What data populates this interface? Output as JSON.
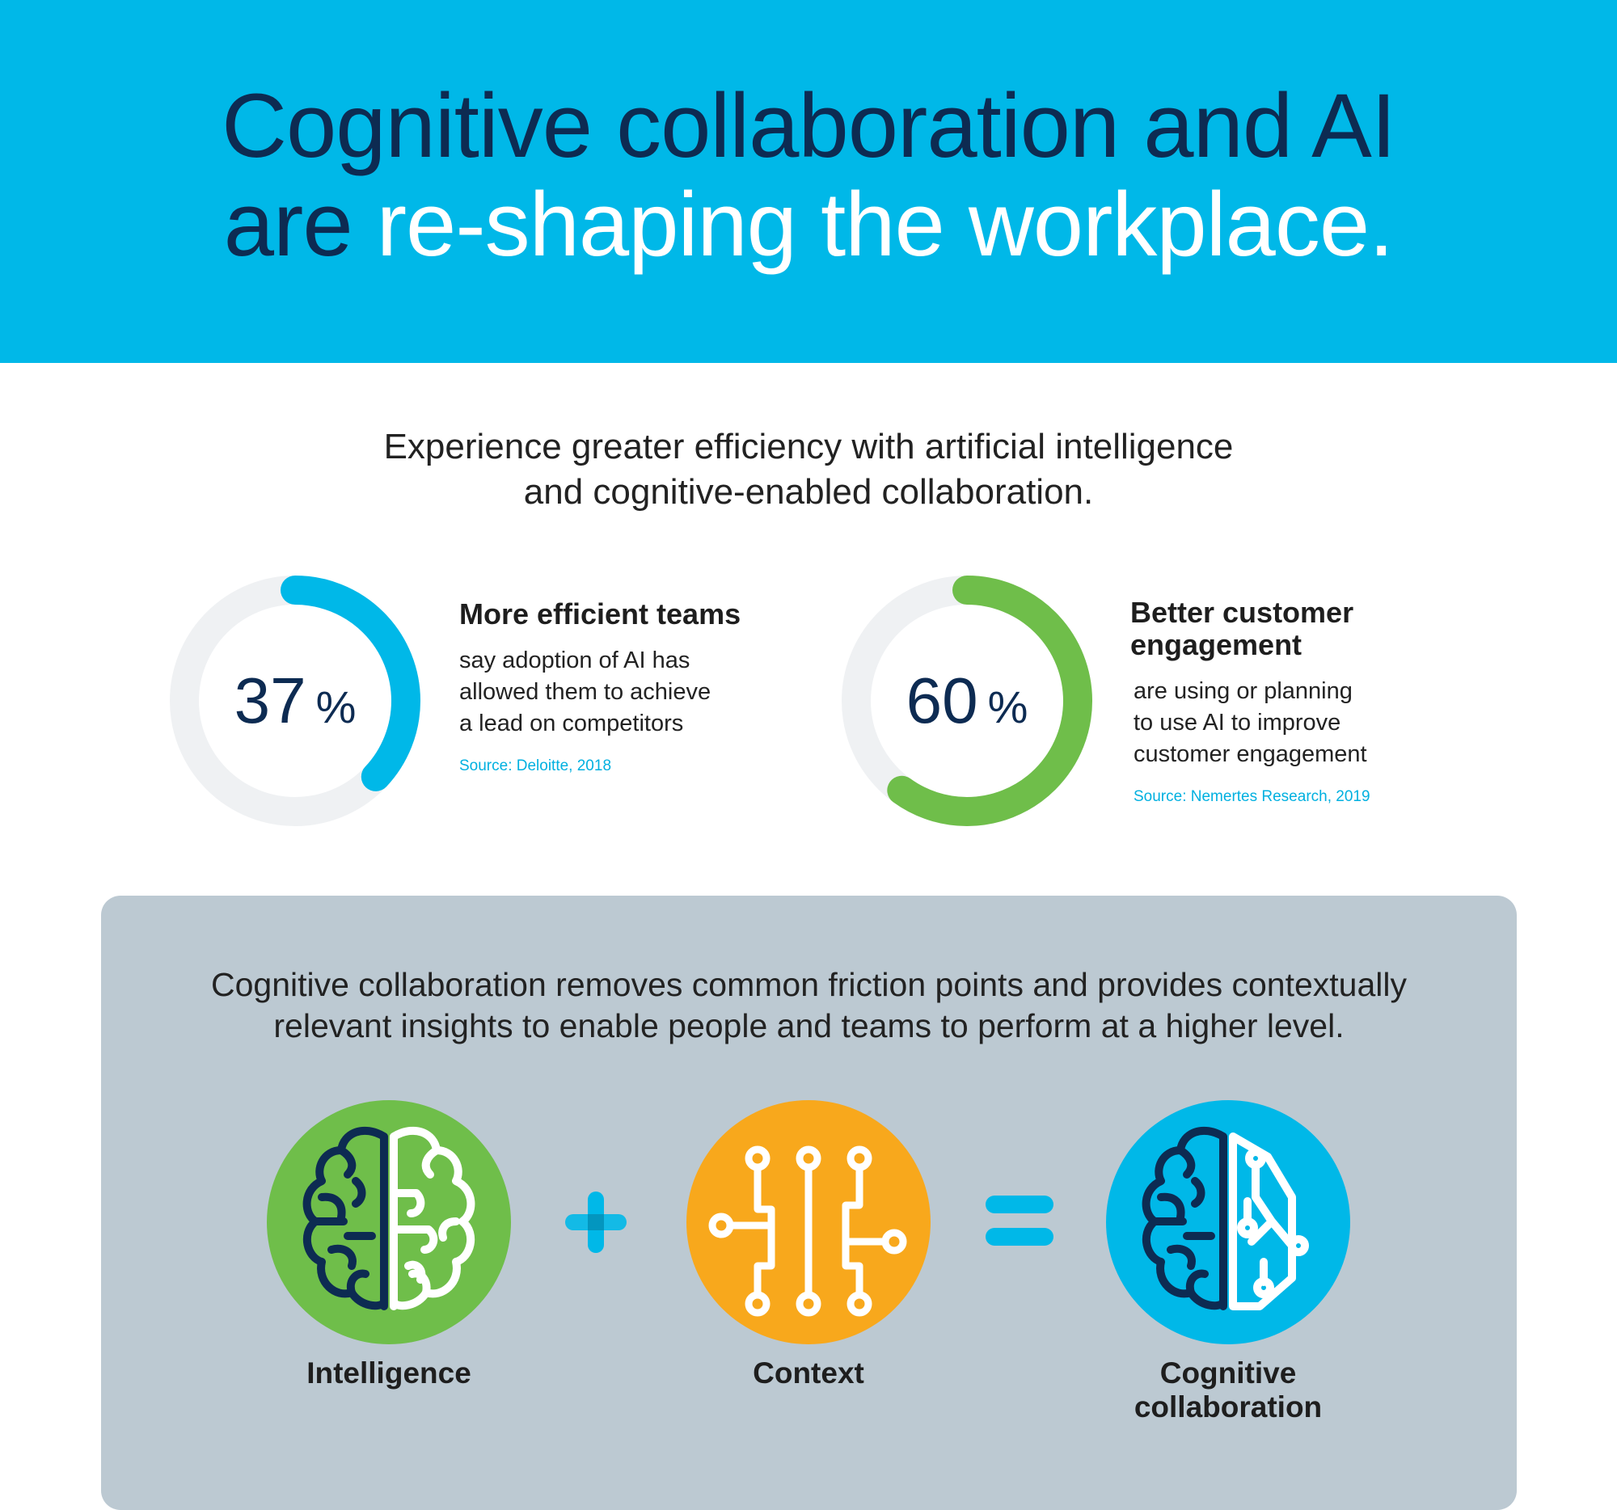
{
  "header": {
    "title_line1": "Cognitive collaboration and AI",
    "title_line2_dark": "are ",
    "title_line2_light": "re-shaping the workplace."
  },
  "subtitle": {
    "line1": "Experience greater efficiency with artificial intelligence",
    "line2": "and cognitive-enabled collaboration."
  },
  "stats": [
    {
      "value": 37,
      "unit": "%",
      "title": "More efficient teams",
      "desc": [
        "say adoption of AI has",
        "allowed them to achieve",
        "a lead on competitors"
      ],
      "source": "Source: Deloitte, 2018",
      "color": "#00b8e8"
    },
    {
      "value": 60,
      "unit": "%",
      "title_lines": [
        "Better customer",
        "engagement"
      ],
      "desc": [
        "are using or planning",
        "to use AI to improve",
        "customer engagement"
      ],
      "source": "Source: Nemertes Research, 2019",
      "color": "#6fbe4a"
    }
  ],
  "panel": {
    "lead_line1": "Cognitive collaboration removes common friction points and provides contextually",
    "lead_line2": "relevant insights to enable people and teams to perform at a higher level.",
    "items": [
      {
        "label": "Intelligence",
        "icon": "brain-icon",
        "color": "#6fbe4a"
      },
      {
        "label": "Context",
        "icon": "circuit-icon",
        "color": "#f8a81c"
      },
      {
        "label_lines": [
          "Cognitive",
          "collaboration"
        ],
        "icon": "brain-circuit-icon",
        "color": "#00b8e8"
      }
    ]
  },
  "colors": {
    "track": "#eff1f3",
    "navy": "#0d2b52"
  }
}
